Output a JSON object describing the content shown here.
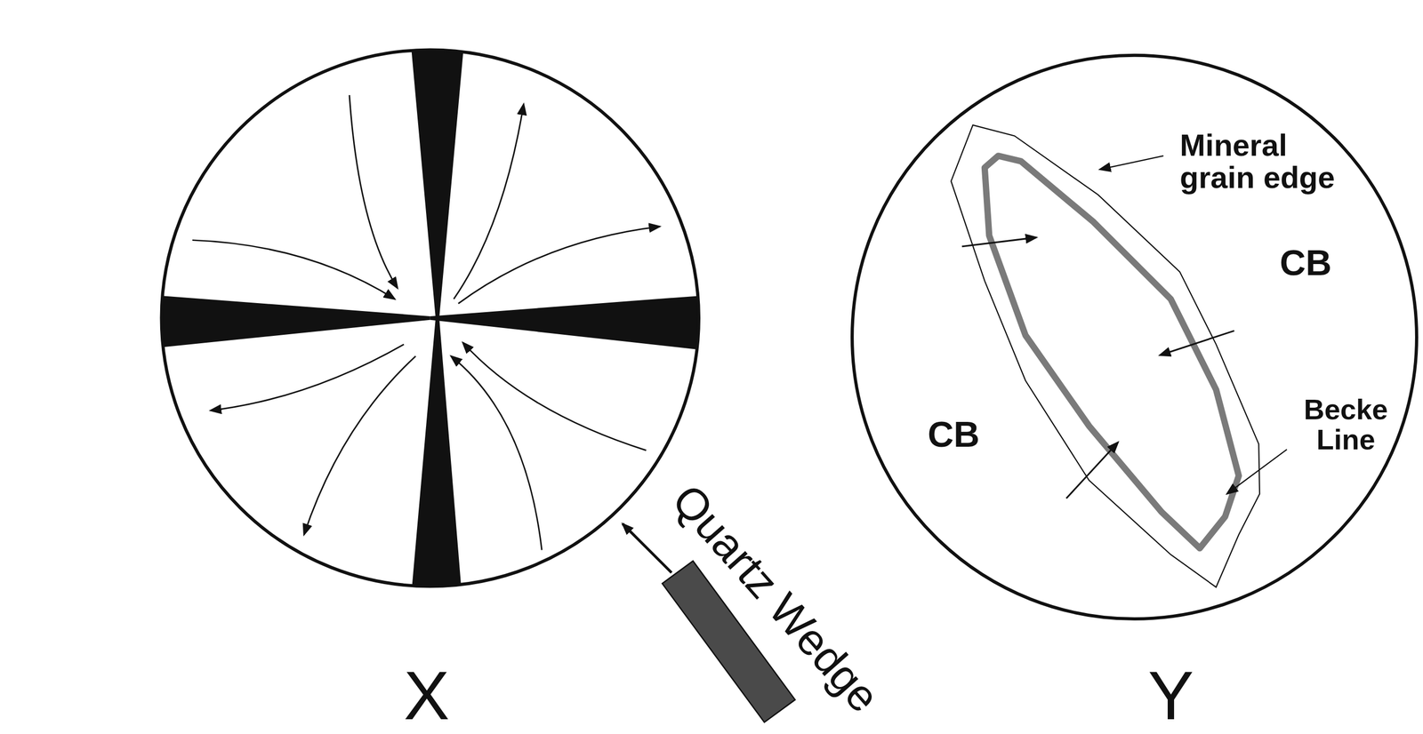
{
  "diagram": {
    "labels": [
      "Quartz Wedge",
      "X",
      "Mineral grain edge",
      "CB",
      "CB",
      "Becke Line",
      "Y"
    ]
  }
}
